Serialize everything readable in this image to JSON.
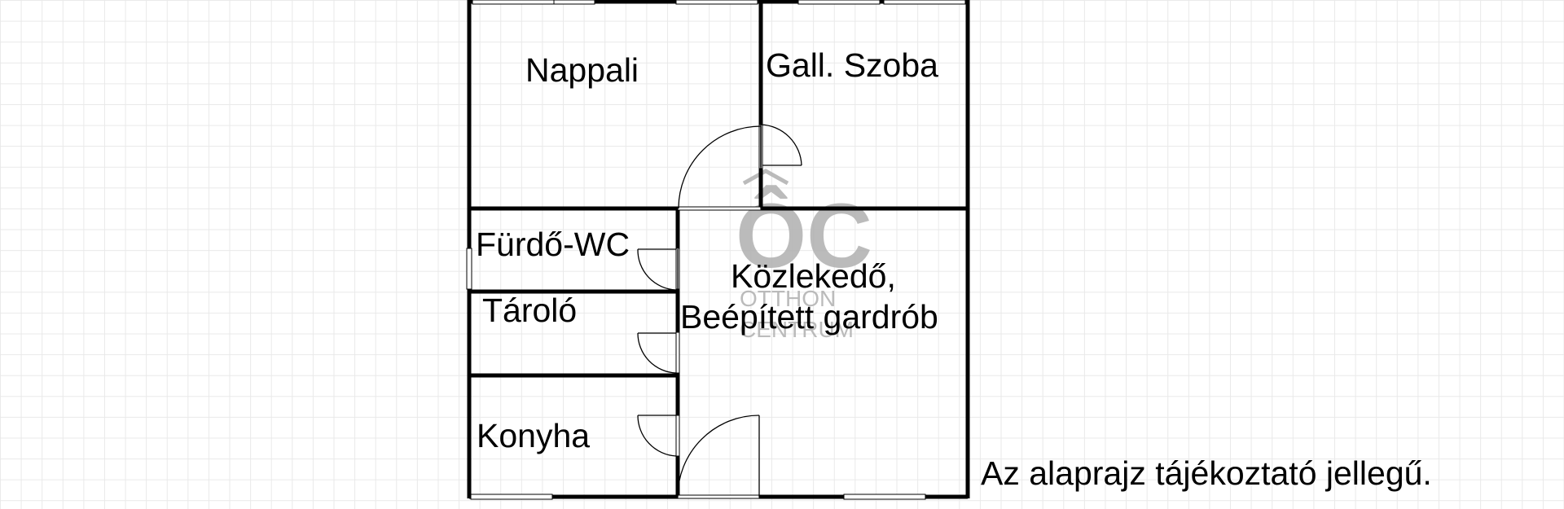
{
  "rooms": {
    "nappali": "Nappali",
    "gall_szoba": "Gall. Szoba",
    "furdo_wc": "Fürdő-WC",
    "tarolo": "Tároló",
    "kozlekedo_line1": "Közlekedő,",
    "kozlekedo_line2": "Beépített gardrób",
    "konyha": "Konyha"
  },
  "watermark": {
    "logo": "ÔC",
    "line1": "OTTHON",
    "line2": "CENTRUM"
  },
  "note": "Az alaprajz tájékoztató jellegű.",
  "colors": {
    "wall": "#000000",
    "grid": "#e9e9e9",
    "watermark": "#b0b0b0"
  }
}
